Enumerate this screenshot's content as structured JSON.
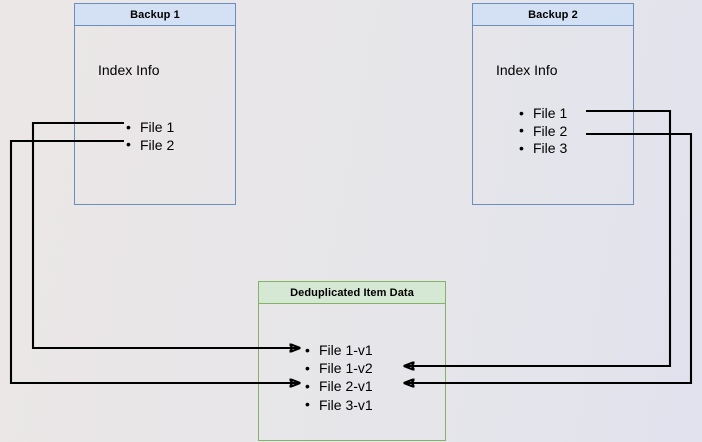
{
  "diagram": {
    "title_hint": "Backup deduplication index mapping",
    "background_gradient": [
      "#ebe7e6",
      "#e2e2ee"
    ],
    "colors": {
      "backup_border": "#6c8ebf",
      "backup_header_fill": "#d4e1f5",
      "dedup_border": "#82b366",
      "dedup_header_fill": "#d5e8d4",
      "connector": "#000000"
    },
    "boxes": [
      {
        "id": "backup1",
        "title": "Backup 1",
        "section_label": "Index Info",
        "items": [
          "File 1",
          "File 2"
        ]
      },
      {
        "id": "backup2",
        "title": "Backup 2",
        "section_label": "Index Info",
        "items": [
          "File 1",
          "File 2",
          "File 3"
        ]
      },
      {
        "id": "dedup",
        "title": "Deduplicated Item Data",
        "items": [
          "File 1-v1",
          "File 1-v2",
          "File 2-v1",
          "File 3-v1"
        ]
      }
    ],
    "connectors": [
      {
        "from": "backup1.File 1",
        "to": "dedup.File 1-v1",
        "side": "left"
      },
      {
        "from": "backup1.File 2",
        "to": "dedup.File 2-v1",
        "side": "left"
      },
      {
        "from": "backup2.File 1",
        "to": "dedup.File 1-v2",
        "side": "right"
      },
      {
        "from": "backup2.File 2",
        "to": "dedup.File 2-v1",
        "side": "right"
      }
    ]
  }
}
